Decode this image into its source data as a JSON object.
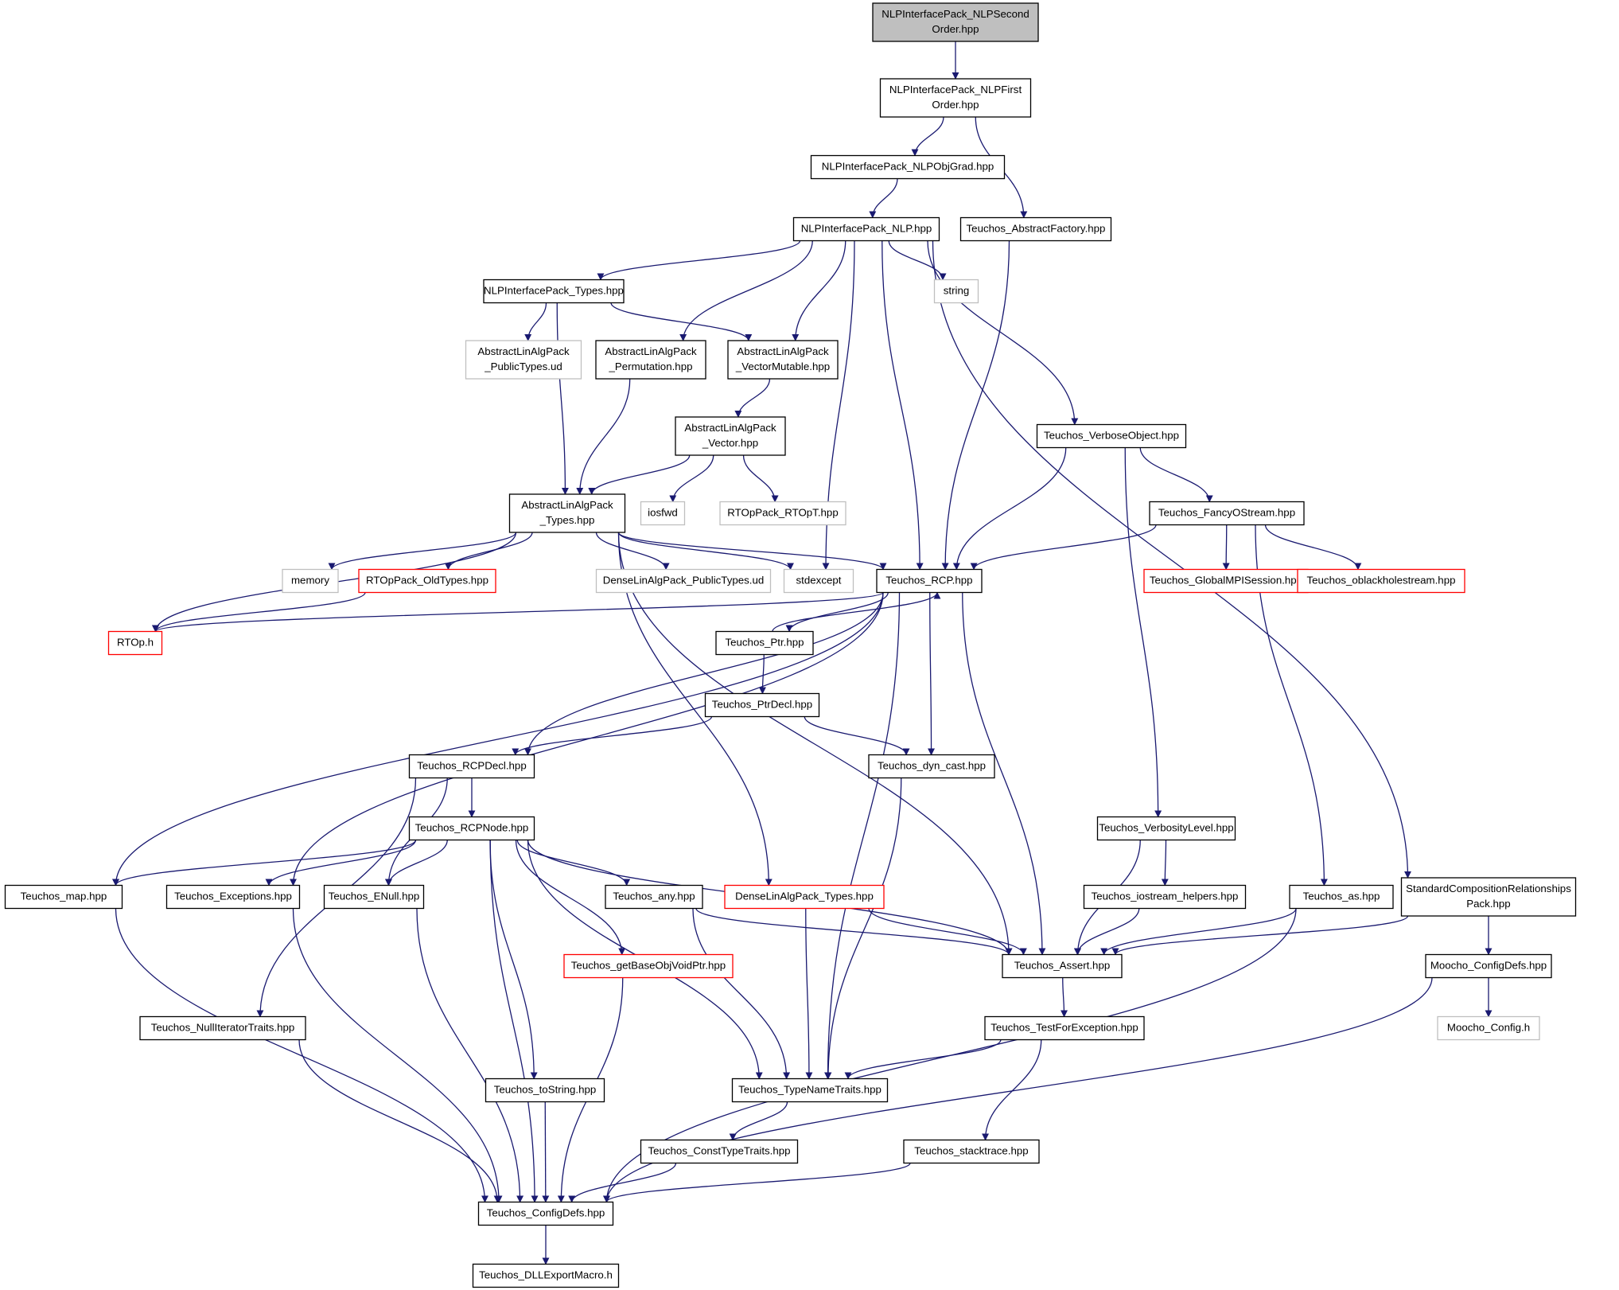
{
  "colors": {
    "edge": "#191970",
    "root_fill": "#bfbfbf",
    "external_border": "#bfbfbf",
    "missing_border": "#ff0000"
  },
  "nodes": [
    {
      "id": "n0",
      "lines": [
        "NLPInterfacePack_NLPSecond",
        "Order.hpp"
      ],
      "style": "root"
    },
    {
      "id": "n1",
      "lines": [
        "NLPInterfacePack_NLPFirst",
        "Order.hpp"
      ]
    },
    {
      "id": "n2",
      "lines": [
        "NLPInterfacePack_NLPObjGrad.hpp"
      ]
    },
    {
      "id": "n3",
      "lines": [
        "NLPInterfacePack_NLP.hpp"
      ]
    },
    {
      "id": "n4",
      "lines": [
        "Teuchos_AbstractFactory.hpp"
      ]
    },
    {
      "id": "n5",
      "lines": [
        "NLPInterfacePack_Types.hpp"
      ]
    },
    {
      "id": "n6",
      "lines": [
        "string"
      ],
      "style": "external"
    },
    {
      "id": "n7",
      "lines": [
        "AbstractLinAlgPack",
        "_PublicTypes.ud"
      ],
      "style": "external"
    },
    {
      "id": "n8",
      "lines": [
        "AbstractLinAlgPack",
        "_Permutation.hpp"
      ]
    },
    {
      "id": "n9",
      "lines": [
        "AbstractLinAlgPack",
        "_VectorMutable.hpp"
      ]
    },
    {
      "id": "n10",
      "lines": [
        "Teuchos_VerboseObject.hpp"
      ]
    },
    {
      "id": "n11",
      "lines": [
        "AbstractLinAlgPack",
        "_Vector.hpp"
      ]
    },
    {
      "id": "n12",
      "lines": [
        "AbstractLinAlgPack",
        "_Types.hpp"
      ]
    },
    {
      "id": "n13",
      "lines": [
        "iosfwd"
      ],
      "style": "external"
    },
    {
      "id": "n14",
      "lines": [
        "RTOpPack_RTOpT.hpp"
      ],
      "style": "external"
    },
    {
      "id": "n15",
      "lines": [
        "Teuchos_FancyOStream.hpp"
      ]
    },
    {
      "id": "n16",
      "lines": [
        "memory"
      ],
      "style": "external"
    },
    {
      "id": "n17",
      "lines": [
        "RTOpPack_OldTypes.hpp"
      ],
      "style": "missing"
    },
    {
      "id": "n18",
      "lines": [
        "DenseLinAlgPack_PublicTypes.ud"
      ],
      "style": "external"
    },
    {
      "id": "n19",
      "lines": [
        "stdexcept"
      ],
      "style": "external"
    },
    {
      "id": "n20",
      "lines": [
        "Teuchos_RCP.hpp"
      ]
    },
    {
      "id": "n21",
      "lines": [
        "Teuchos_GlobalMPISession.hpp"
      ],
      "style": "missing"
    },
    {
      "id": "n22",
      "lines": [
        "Teuchos_oblackholestream.hpp"
      ],
      "style": "missing"
    },
    {
      "id": "n23",
      "lines": [
        "RTOp.h"
      ],
      "style": "missing"
    },
    {
      "id": "n24",
      "lines": [
        "Teuchos_Ptr.hpp"
      ]
    },
    {
      "id": "n25",
      "lines": [
        "Teuchos_PtrDecl.hpp"
      ]
    },
    {
      "id": "n26",
      "lines": [
        "Teuchos_RCPDecl.hpp"
      ]
    },
    {
      "id": "n27",
      "lines": [
        "Teuchos_dyn_cast.hpp"
      ]
    },
    {
      "id": "n28",
      "lines": [
        "Teuchos_VerbosityLevel.hpp"
      ]
    },
    {
      "id": "n29",
      "lines": [
        "Teuchos_RCPNode.hpp"
      ]
    },
    {
      "id": "n30",
      "lines": [
        "Teuchos_map.hpp"
      ]
    },
    {
      "id": "n31",
      "lines": [
        "Teuchos_Exceptions.hpp"
      ]
    },
    {
      "id": "n32",
      "lines": [
        "Teuchos_ENull.hpp"
      ]
    },
    {
      "id": "n33",
      "lines": [
        "Teuchos_any.hpp"
      ]
    },
    {
      "id": "n34",
      "lines": [
        "DenseLinAlgPack_Types.hpp"
      ],
      "style": "missing"
    },
    {
      "id": "n35",
      "lines": [
        "Teuchos_iostream_helpers.hpp"
      ]
    },
    {
      "id": "n36",
      "lines": [
        "Teuchos_as.hpp"
      ]
    },
    {
      "id": "n37",
      "lines": [
        "StandardCompositionRelationships",
        "Pack.hpp"
      ]
    },
    {
      "id": "n38",
      "lines": [
        "Teuchos_getBaseObjVoidPtr.hpp"
      ],
      "style": "missing"
    },
    {
      "id": "n39",
      "lines": [
        "Teuchos_Assert.hpp"
      ]
    },
    {
      "id": "n40",
      "lines": [
        "Moocho_ConfigDefs.hpp"
      ]
    },
    {
      "id": "n41",
      "lines": [
        "Teuchos_NullIteratorTraits.hpp"
      ]
    },
    {
      "id": "n42",
      "lines": [
        "Teuchos_TestForException.hpp"
      ]
    },
    {
      "id": "n43",
      "lines": [
        "Moocho_Config.h"
      ],
      "style": "external"
    },
    {
      "id": "n44",
      "lines": [
        "Teuchos_toString.hpp"
      ]
    },
    {
      "id": "n45",
      "lines": [
        "Teuchos_TypeNameTraits.hpp"
      ]
    },
    {
      "id": "n46",
      "lines": [
        "Teuchos_ConstTypeTraits.hpp"
      ]
    },
    {
      "id": "n47",
      "lines": [
        "Teuchos_stacktrace.hpp"
      ]
    },
    {
      "id": "n48",
      "lines": [
        "Teuchos_ConfigDefs.hpp"
      ]
    },
    {
      "id": "n49",
      "lines": [
        "Teuchos_DLLExportMacro.h"
      ]
    }
  ],
  "edges": [
    [
      "n0",
      "n1"
    ],
    [
      "n1",
      "n2"
    ],
    [
      "n1",
      "n4"
    ],
    [
      "n2",
      "n3"
    ],
    [
      "n4",
      "n20"
    ],
    [
      "n3",
      "n5"
    ],
    [
      "n3",
      "n6"
    ],
    [
      "n3",
      "n8"
    ],
    [
      "n3",
      "n9"
    ],
    [
      "n3",
      "n19"
    ],
    [
      "n3",
      "n20"
    ],
    [
      "n3",
      "n10"
    ],
    [
      "n3",
      "n37"
    ],
    [
      "n5",
      "n7"
    ],
    [
      "n5",
      "n9"
    ],
    [
      "n5",
      "n12"
    ],
    [
      "n8",
      "n12"
    ],
    [
      "n9",
      "n11"
    ],
    [
      "n11",
      "n12"
    ],
    [
      "n11",
      "n13"
    ],
    [
      "n11",
      "n14"
    ],
    [
      "n10",
      "n20"
    ],
    [
      "n10",
      "n15"
    ],
    [
      "n10",
      "n28"
    ],
    [
      "n15",
      "n20"
    ],
    [
      "n15",
      "n21"
    ],
    [
      "n15",
      "n22"
    ],
    [
      "n15",
      "n36"
    ],
    [
      "n12",
      "n16"
    ],
    [
      "n12",
      "n17"
    ],
    [
      "n12",
      "n18"
    ],
    [
      "n12",
      "n19"
    ],
    [
      "n12",
      "n20"
    ],
    [
      "n12",
      "n23"
    ],
    [
      "n12",
      "n34"
    ],
    [
      "n12",
      "n39"
    ],
    [
      "n17",
      "n23"
    ],
    [
      "n20",
      "n23"
    ],
    [
      "n20",
      "n24"
    ],
    [
      "n20",
      "n26"
    ],
    [
      "n20",
      "n27"
    ],
    [
      "n20",
      "n30"
    ],
    [
      "n20",
      "n31"
    ],
    [
      "n20",
      "n39"
    ],
    [
      "n20",
      "n45"
    ],
    [
      "n24",
      "n20"
    ],
    [
      "n24",
      "n25"
    ],
    [
      "n25",
      "n26"
    ],
    [
      "n25",
      "n27"
    ],
    [
      "n26",
      "n29"
    ],
    [
      "n26",
      "n32"
    ],
    [
      "n26",
      "n41"
    ],
    [
      "n27",
      "n45"
    ],
    [
      "n29",
      "n30"
    ],
    [
      "n29",
      "n31"
    ],
    [
      "n29",
      "n32"
    ],
    [
      "n29",
      "n33"
    ],
    [
      "n29",
      "n38"
    ],
    [
      "n29",
      "n39"
    ],
    [
      "n29",
      "n44"
    ],
    [
      "n29",
      "n45"
    ],
    [
      "n29",
      "n48"
    ],
    [
      "n28",
      "n35"
    ],
    [
      "n28",
      "n39"
    ],
    [
      "n35",
      "n39"
    ],
    [
      "n33",
      "n39"
    ],
    [
      "n33",
      "n45"
    ],
    [
      "n34",
      "n39"
    ],
    [
      "n34",
      "n45"
    ],
    [
      "n36",
      "n39"
    ],
    [
      "n36",
      "n48"
    ],
    [
      "n37",
      "n39"
    ],
    [
      "n37",
      "n40"
    ],
    [
      "n40",
      "n43"
    ],
    [
      "n40",
      "n48"
    ],
    [
      "n39",
      "n42"
    ],
    [
      "n42",
      "n45"
    ],
    [
      "n42",
      "n47"
    ],
    [
      "n45",
      "n46"
    ],
    [
      "n46",
      "n48"
    ],
    [
      "n47",
      "n48"
    ],
    [
      "n30",
      "n48"
    ],
    [
      "n31",
      "n48"
    ],
    [
      "n32",
      "n48"
    ],
    [
      "n38",
      "n48"
    ],
    [
      "n41",
      "n48"
    ],
    [
      "n44",
      "n48"
    ],
    [
      "n48",
      "n49"
    ]
  ]
}
